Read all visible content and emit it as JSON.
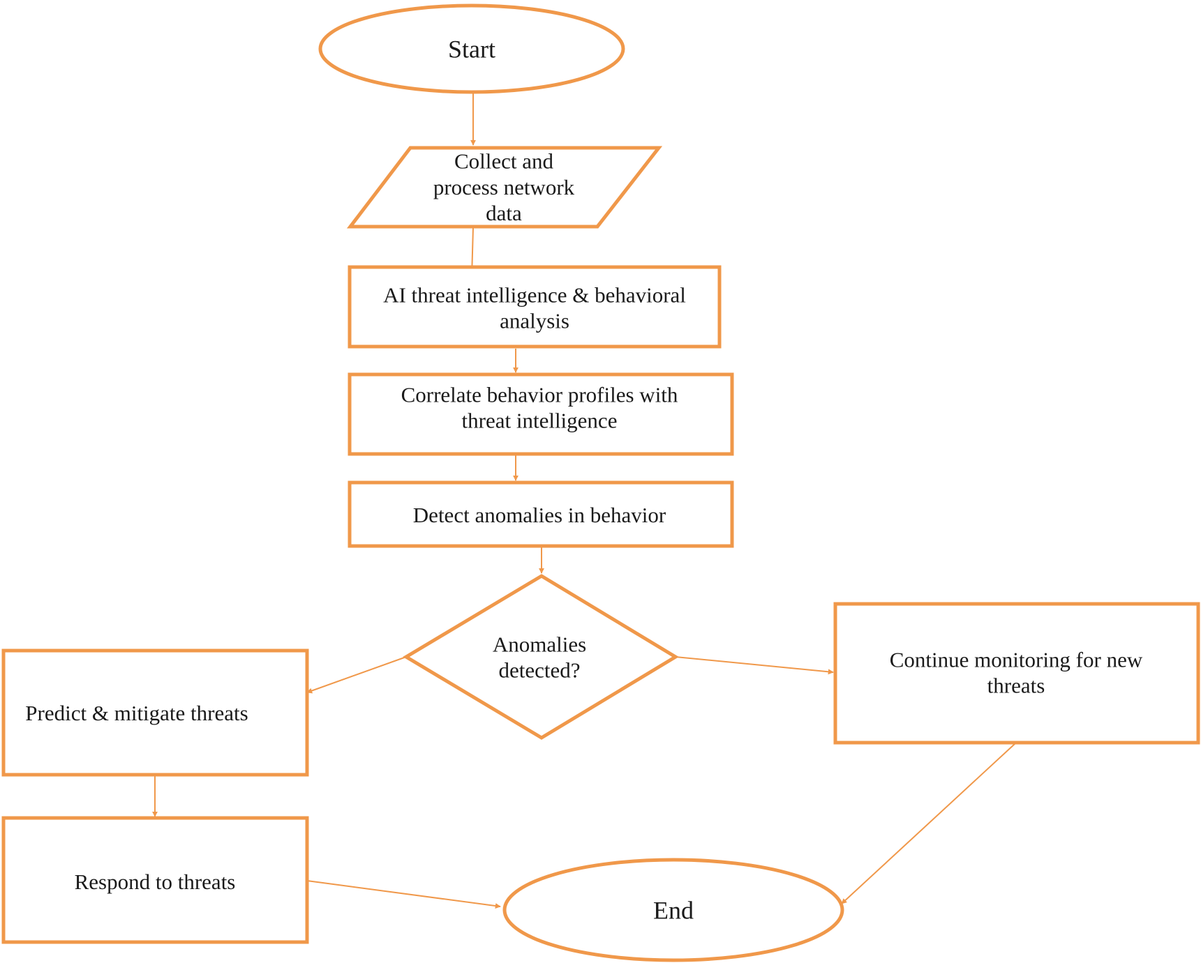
{
  "colors": {
    "stroke": "#F0984A",
    "text": "#1a1a1a",
    "background": "#ffffff"
  },
  "nodes": {
    "start": {
      "label": [
        "Start"
      ]
    },
    "collect": {
      "label": [
        "Collect and",
        "process network",
        "data"
      ]
    },
    "ai_analysis": {
      "label": [
        "AI threat intelligence & behavioral",
        "analysis"
      ]
    },
    "correlate": {
      "label": [
        "Correlate behavior profiles with",
        "threat intelligence"
      ]
    },
    "detect": {
      "label": [
        "Detect anomalies in behavior"
      ]
    },
    "decision": {
      "label": [
        "Anomalies",
        "detected?"
      ]
    },
    "predict": {
      "label": [
        "Predict & mitigate threats"
      ]
    },
    "continue": {
      "label": [
        "Continue monitoring for new",
        "threats"
      ]
    },
    "respond": {
      "label": [
        "Respond to threats"
      ]
    },
    "end": {
      "label": [
        "End"
      ]
    }
  }
}
